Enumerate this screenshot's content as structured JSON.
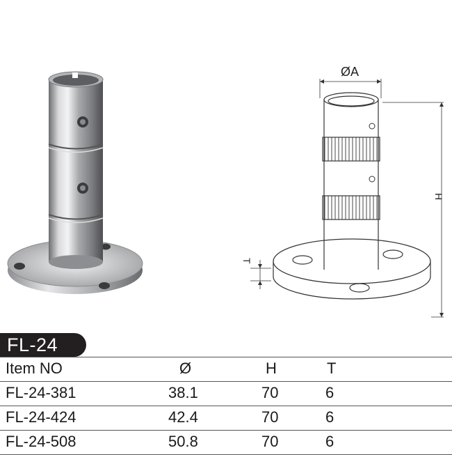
{
  "diagram": {
    "dim_A": "ØA",
    "dim_H": "H",
    "dim_T": "T"
  },
  "model": "FL-24",
  "table": {
    "headers": [
      "Item NO",
      "Ø",
      "H",
      "T"
    ],
    "rows": [
      [
        "FL-24-381",
        "38.1",
        "70",
        "6"
      ],
      [
        "FL-24-424",
        "42.4",
        "70",
        "6"
      ],
      [
        "FL-24-508",
        "50.8",
        "70",
        "6"
      ]
    ]
  }
}
